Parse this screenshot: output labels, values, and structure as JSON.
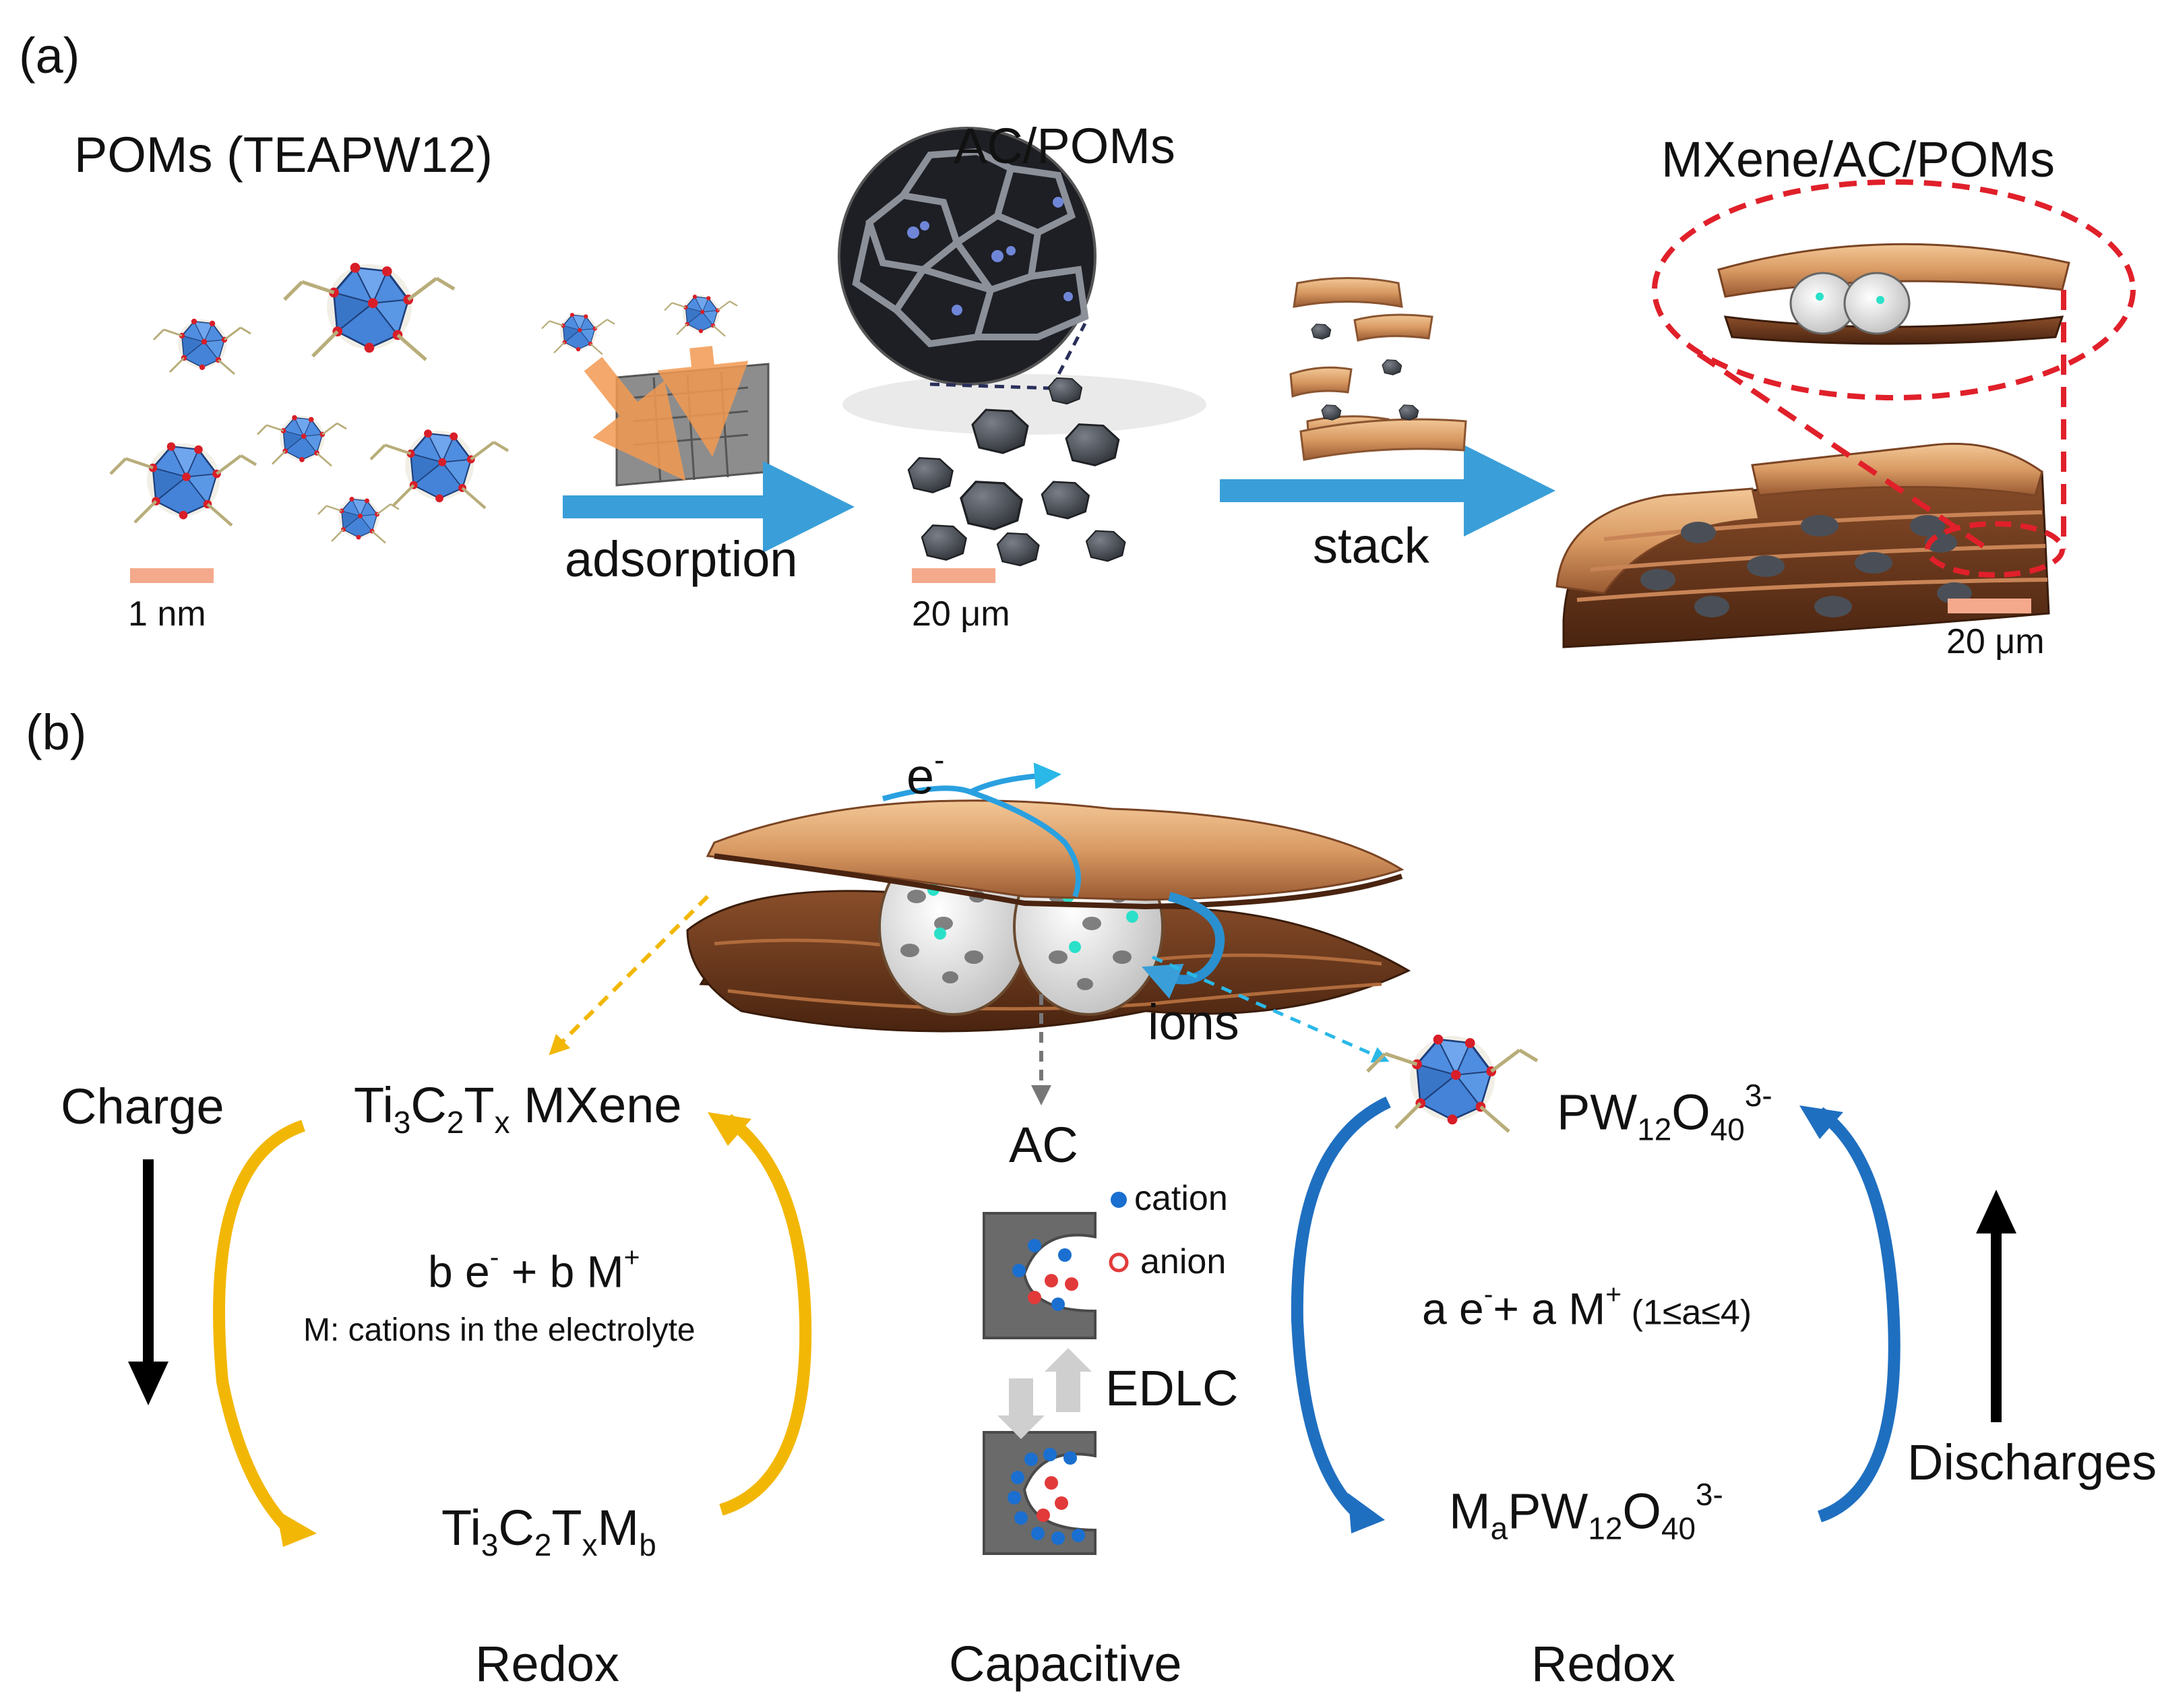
{
  "panel_a": {
    "label": "(a)",
    "stage_pom_title": "POMs (TEAPW12)",
    "stage_ac_title": "AC/POMs",
    "stage_mxene_title": "MXene/AC/POMs",
    "step1_label": "adsorption",
    "step2_label": "stack",
    "scale_pom": "1 nm",
    "scale_ac": "20 μm",
    "scale_mxene": "20 μm"
  },
  "panel_b": {
    "label": "(b)",
    "electron_label": "e",
    "electron_sup": "-",
    "ions_label": "ions",
    "charge_label": "Charge",
    "discharge_label": "Discharges",
    "mxene": {
      "top": {
        "p1": "Ti",
        "s1": "3",
        "p2": "C",
        "s2": "2",
        "p3": "T",
        "s3": "x",
        "p4": " MXene"
      },
      "middle_prefix": "b e",
      "middle_sup": "-",
      "middle_mid": " + b M",
      "middle_sup2": "+",
      "note": "M: cations in the electrolyte",
      "bottom": {
        "p1": "Ti",
        "s1": "3",
        "p2": "C",
        "s2": "2",
        "p3": "T",
        "s3": "x",
        "p4": "M",
        "s4": "b"
      },
      "mode": "Redox"
    },
    "ac": {
      "title": "AC",
      "cation_label": "cation",
      "anion_label": "anion",
      "edlc_label": "EDLC",
      "mode": "Capacitive"
    },
    "pom": {
      "top": {
        "p1": "PW",
        "s1": "12",
        "p2": "O",
        "s2": "40",
        "sup": "3-"
      },
      "middle_prefix": "a e",
      "middle_sup": "-",
      "middle_mid": "+ a M",
      "middle_sup2": "+",
      "middle_cond": " (1≤a≤4)",
      "bottom": {
        "p1": "M",
        "s1": "a",
        "p2": "PW",
        "s2": "12",
        "p3": "O",
        "s3": "40",
        "sup": "3-"
      },
      "mode": "Redox"
    }
  },
  "colors": {
    "process_arrow": "#3a9fd8",
    "mxene_cycle": "#f2b705",
    "pom_cycle": "#1f6fc0",
    "zoom_outline": "#e0202a",
    "scale_bar": "#f4a98c",
    "pom_cluster": "#4f8de0",
    "oxygen_atom": "#d81e28",
    "mxene_sheet": "#c98150",
    "carbon_particle": "#3b3e46",
    "cation": "#1a6fd0",
    "anion": "#e23a3a"
  }
}
